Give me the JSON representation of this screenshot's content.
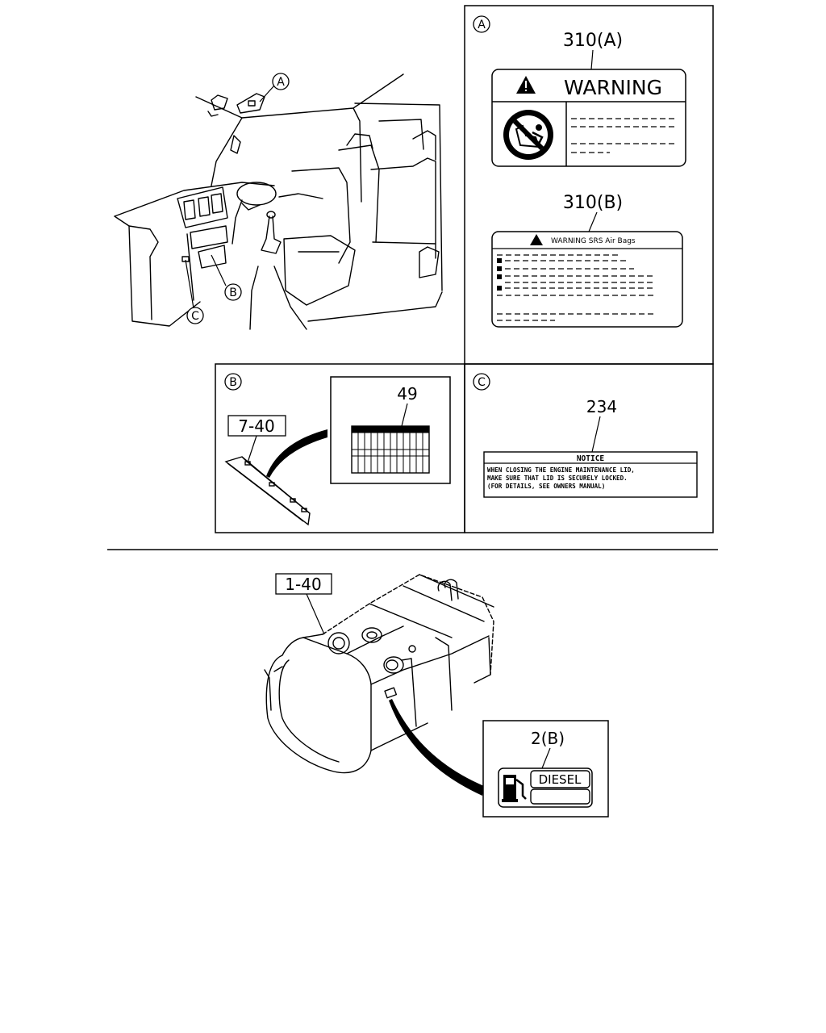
{
  "callouts": {
    "a": "A",
    "b": "B",
    "c": "C"
  },
  "panel_a": {
    "callout": "A",
    "label_a_ref": "310(A)",
    "warning_word": "WARNING",
    "label_b_ref": "310(B)",
    "srs_title": "WARNING SRS Air Bags"
  },
  "panel_b": {
    "callout": "B",
    "part_ref": "7-40",
    "inset_ref": "49"
  },
  "panel_c": {
    "callout": "C",
    "label_ref": "234",
    "notice_title": "NOTICE",
    "notice_lines": [
      "WHEN CLOSING THE ENGINE MAINTENANCE LID,",
      "MAKE SURE THAT LID IS SECURELY LOCKED.",
      "(FOR DETAILS, SEE OWNERS MANUAL)"
    ]
  },
  "fuel_tank": {
    "part_ref": "1-40",
    "label_ref": "2(B)",
    "fuel_word": "DIESEL"
  },
  "icons": [
    "warning-triangle-icon",
    "no-child-seat-icon",
    "fuel-pump-icon"
  ]
}
